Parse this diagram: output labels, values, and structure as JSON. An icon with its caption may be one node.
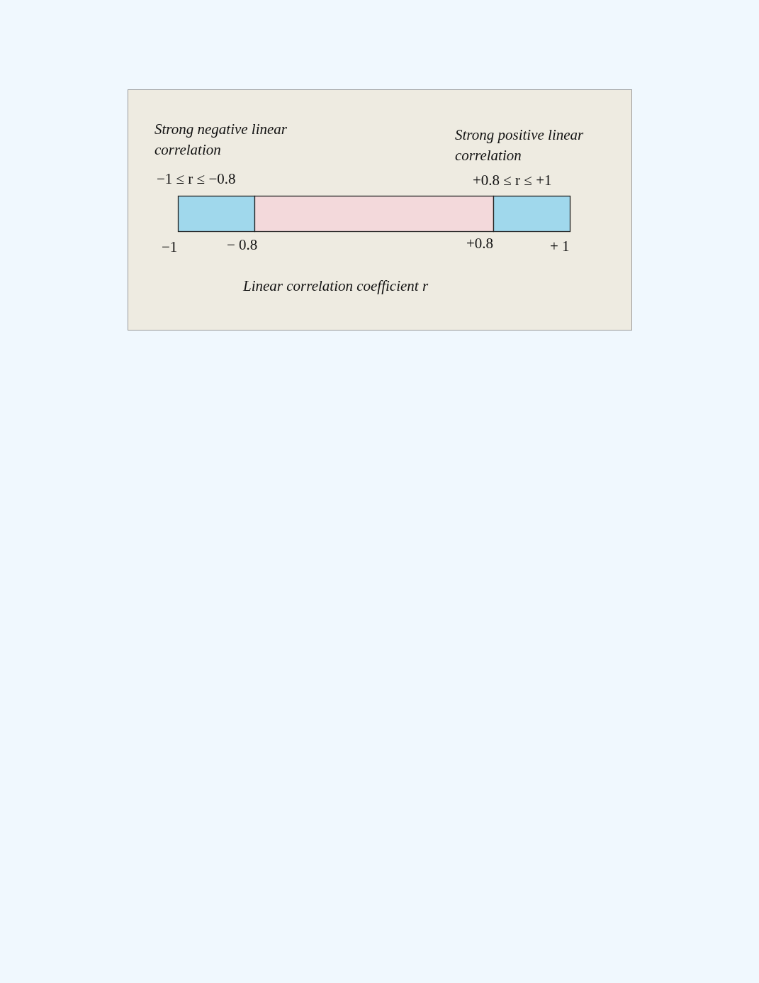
{
  "diagram": {
    "labels": [
      "Strong negative linear correlation",
      "Strong positive linear correlation",
      "−1 ≤ r ≤ −0.8",
      "+0.8 ≤ r ≤ +1",
      "−1",
      "− 0.8",
      "+0.8",
      "+ 1",
      "Linear correlation coefficient r"
    ]
  }
}
